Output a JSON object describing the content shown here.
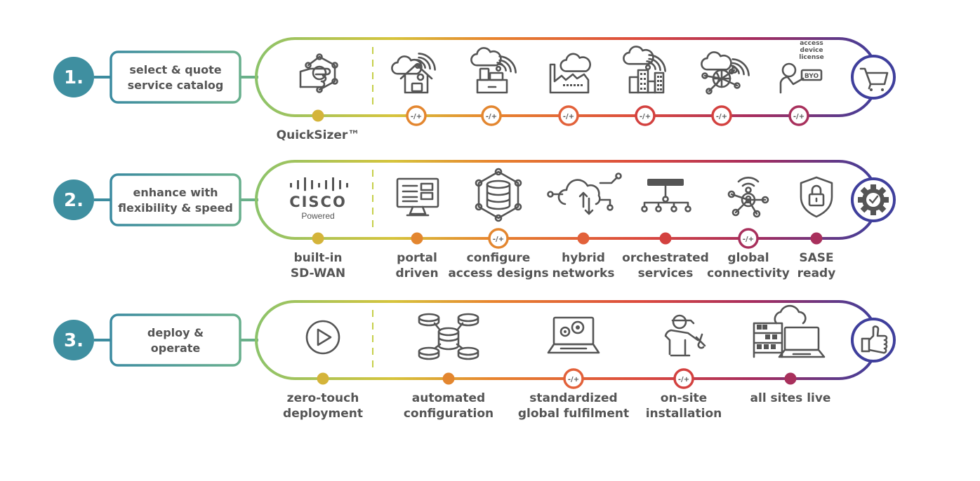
{
  "colors": {
    "step_circle": "#3f8fa0",
    "box_border_start": "#3a8aa0",
    "box_border_end": "#6ab08a",
    "track_start": "#8cc36a",
    "track_mid1": "#d9b43c",
    "track_mid2": "#e8762e",
    "track_mid3": "#d9423e",
    "track_mid4": "#a62c5e",
    "track_end": "#3f3f9c",
    "icon": "#555555",
    "text": "#555555"
  },
  "optional_marker": "-/+",
  "rows": [
    {
      "number": "1.",
      "title_lines": [
        "select & quote",
        "service catalog"
      ],
      "end_icon": "shopping-cart-icon",
      "stops": [
        {
          "icon": "hand-touch-network-icon",
          "label_lines": [
            "QuickSizer™"
          ],
          "optional": false
        },
        {
          "icon": "home-office-wifi-icon",
          "label_lines": [],
          "optional": true
        },
        {
          "icon": "retail-register-wifi-icon",
          "label_lines": [],
          "optional": true
        },
        {
          "icon": "factory-cloud-icon",
          "label_lines": [],
          "optional": true
        },
        {
          "icon": "city-buildings-wifi-icon",
          "label_lines": [],
          "optional": true
        },
        {
          "icon": "global-network-wifi-icon",
          "label_lines": [],
          "optional": true
        },
        {
          "icon": "person-byo-license-icon",
          "label_lines": [],
          "optional": true,
          "icon_caption": [
            "access",
            "device",
            "license"
          ],
          "badge": "BYO"
        }
      ]
    },
    {
      "number": "2.",
      "title_lines": [
        "enhance with",
        "flexibility & speed"
      ],
      "end_icon": "gear-check-icon",
      "stops": [
        {
          "icon": "cisco-powered-logo",
          "logo_text": "CISCO",
          "logo_sub": "Powered",
          "label_lines": [
            "built-in",
            "SD-WAN"
          ],
          "optional": false
        },
        {
          "icon": "portal-monitor-icon",
          "label_lines": [
            "portal",
            "driven"
          ],
          "optional": false
        },
        {
          "icon": "database-network-icon",
          "label_lines": [
            "configure",
            "access designs"
          ],
          "optional": true
        },
        {
          "icon": "hybrid-cloud-icon",
          "label_lines": [
            "hybrid",
            "networks"
          ],
          "optional": false
        },
        {
          "icon": "orchestration-tree-icon",
          "label_lines": [
            "orchestrated",
            "services"
          ],
          "optional": false
        },
        {
          "icon": "secure-hub-wifi-icon",
          "label_lines": [
            "global",
            "connectivity"
          ],
          "optional": true
        },
        {
          "icon": "shield-lock-icon",
          "label_lines": [
            "SASE",
            "ready"
          ],
          "optional": false
        }
      ]
    },
    {
      "number": "3.",
      "title_lines": [
        "deploy &",
        "operate"
      ],
      "end_icon": "thumbs-up-icon",
      "stops": [
        {
          "icon": "play-circle-icon",
          "label_lines": [
            "zero-touch",
            "deployment"
          ],
          "optional": false
        },
        {
          "icon": "distributed-database-icon",
          "label_lines": [
            "automated",
            "configuration"
          ],
          "optional": false
        },
        {
          "icon": "laptop-gears-icon",
          "label_lines": [
            "standardized",
            "global fulfilment"
          ],
          "optional": true
        },
        {
          "icon": "technician-wrench-icon",
          "label_lines": [
            "on-site",
            "installation"
          ],
          "optional": true
        },
        {
          "icon": "warehouse-cloud-laptop-icon",
          "label_lines": [
            "all sites live"
          ],
          "optional": false
        }
      ]
    }
  ]
}
